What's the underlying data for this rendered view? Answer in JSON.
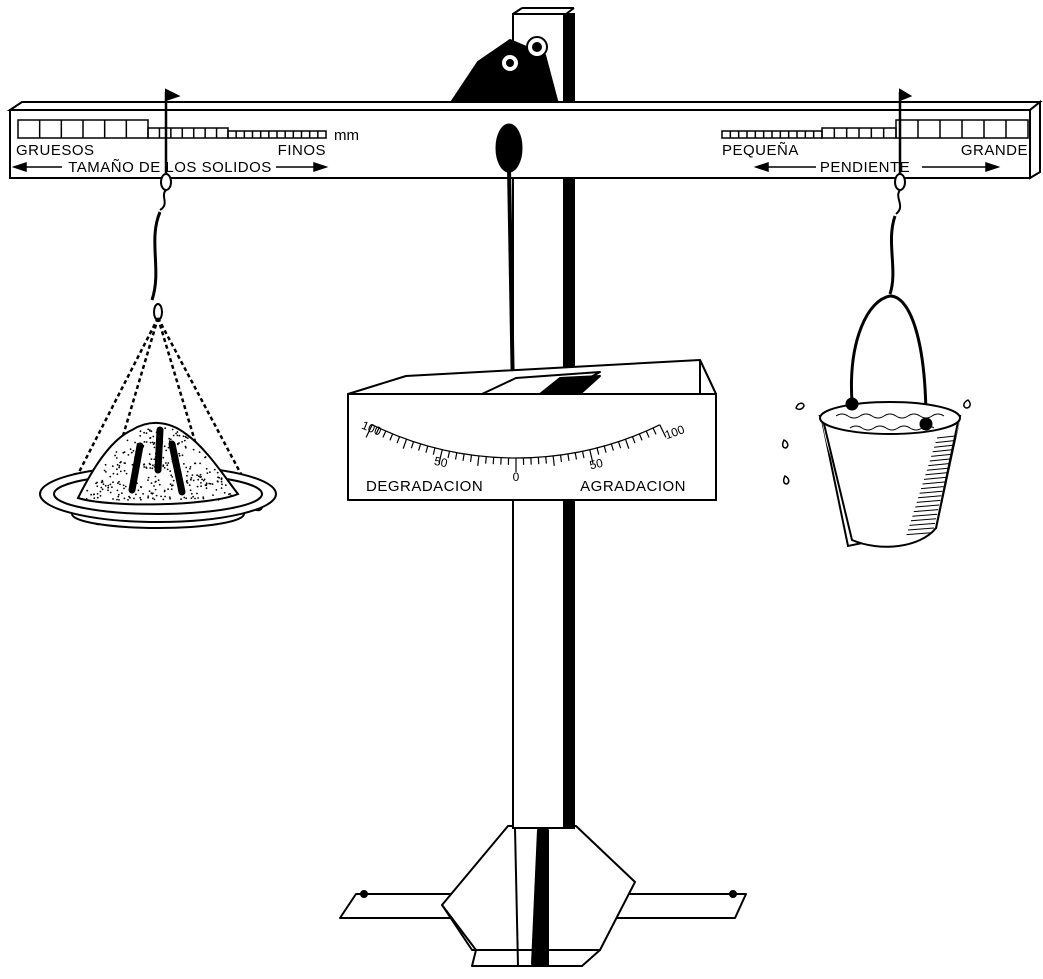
{
  "beam": {
    "left_scale": {
      "coarse_label": "GRUESOS",
      "fine_label": "FINOS",
      "unit": "mm",
      "caption": "TAMAÑO DE LOS SOLIDOS"
    },
    "right_scale": {
      "small_label": "PEQUEÑA",
      "large_label": "GRANDE",
      "caption": "PENDIENTE"
    }
  },
  "dial": {
    "left_max": "100",
    "left_mid": "50",
    "zero": "0",
    "right_mid": "50",
    "right_max": "100",
    "left_label": "DEGRADACION",
    "right_label": "AGRADACION",
    "pointer_value": 0
  },
  "objects": {
    "left_pan": "sediment-pan-icon",
    "right_pan": "water-bucket-icon"
  },
  "colors": {
    "ink": "#000000",
    "paper": "#ffffff"
  }
}
